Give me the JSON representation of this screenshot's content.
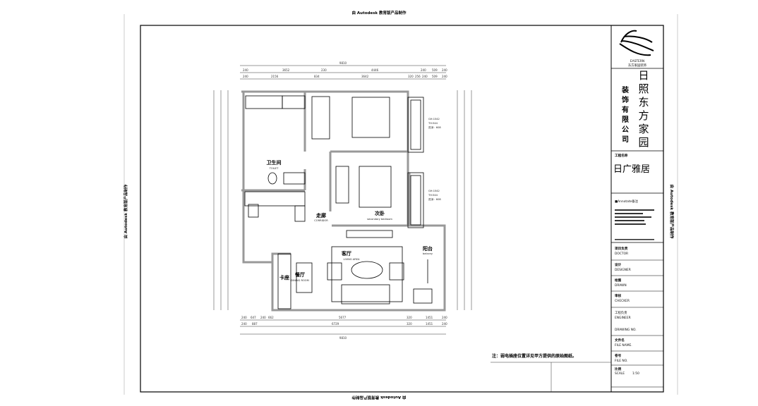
{
  "watermark": "由 Autodesk 教育版产品制作",
  "dimensions": {
    "top_total": "9810",
    "top_row1": [
      "240",
      "3652",
      "230",
      "4446",
      "240",
      "509",
      "240"
    ],
    "top_row2": [
      "240",
      "2156",
      "834",
      "3642",
      "320",
      "256",
      "240",
      "509",
      "240"
    ],
    "bottom_row1": [
      "240",
      "647",
      "240",
      "662",
      "5677",
      "320",
      "1451",
      "240"
    ],
    "bottom_row2": [
      "240",
      "887",
      "6729",
      "320",
      "1451",
      "240"
    ],
    "bottom_total": "9810"
  },
  "rooms": {
    "toilet": {
      "cn": "卫生间",
      "en": "TOILET"
    },
    "corridor": {
      "cn": "走廊",
      "en": "CORRIDOR"
    },
    "secondary_bedroom": {
      "cn": "次卧",
      "en": "secondary bedroom"
    },
    "living": {
      "cn": "客厅",
      "en": "LIVING AREA"
    },
    "balcony": {
      "cn": "阳台",
      "en": "balcony"
    },
    "booth": {
      "cn": "卡座"
    },
    "dining": {
      "cn": "餐厅",
      "en": "DINING ROOM"
    }
  },
  "windows": [
    {
      "gh": "GH:1542",
      "th": "TH:544",
      "depth": "进深：608"
    },
    {
      "gh": "GH:1542",
      "th": "TH:544",
      "depth": "进深：608"
    }
  ],
  "note": "注：弱电插座位置详见甲方提供的原始图纸。",
  "title_block": {
    "logo_text": "EASTERN",
    "logo_sub": "东方家园装饰",
    "company_col1": [
      "装",
      "饰",
      "有",
      "限",
      "公",
      "司"
    ],
    "company_col2": [
      "日",
      "照",
      "东",
      "方",
      "家",
      "园"
    ],
    "project_label": "工程名称",
    "project_name": "日广雅居",
    "annotate_label": "■Annotate备注",
    "rows": [
      {
        "cn": "项目负责",
        "en": "DOCTOR"
      },
      {
        "cn": "设计",
        "en": "DESIGNER"
      },
      {
        "cn": "绘图",
        "en": "DRAWN"
      },
      {
        "cn": "审核",
        "en": "CHECKER"
      },
      {
        "cn": "工程负责",
        "en": "ENGINEER"
      },
      {
        "cn": "",
        "en": "DRAWING NO."
      },
      {
        "cn": "文件名",
        "en": "FILE NAME."
      },
      {
        "cn": "卷号",
        "en": "FILE NO."
      },
      {
        "cn": "比例",
        "en": "SCALE"
      }
    ],
    "scale_value": "1:50"
  }
}
